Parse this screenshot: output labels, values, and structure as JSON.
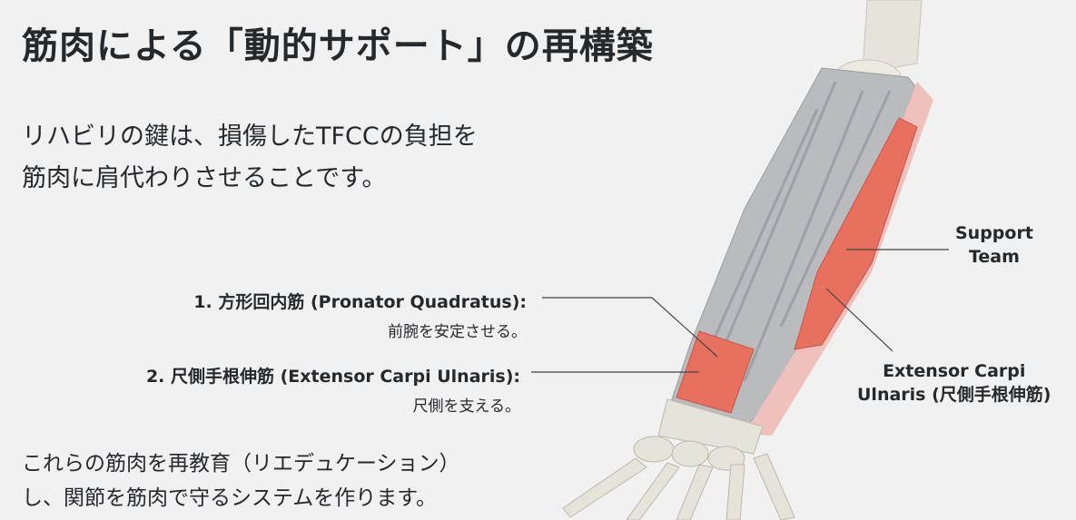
{
  "title": "筋肉による「動的サポート」の再構築",
  "intro": {
    "line1": "リハビリの鍵は、損傷したTFCCの負担を",
    "line2": "筋肉に肩代わりさせることです。"
  },
  "labels": [
    {
      "heading": "1. 方形回内筋 (Pronator Quadratus):",
      "desc": "前腕を安定させる。"
    },
    {
      "heading": "2. 尺側手根伸筋 (Extensor Carpi Ulnaris):",
      "desc": "尺側を支える。"
    }
  ],
  "right_labels": {
    "support_line1": "Support",
    "support_line2": "Team",
    "ecu_line1": "Extensor Carpi",
    "ecu_line2": "Ulnaris (尺側手根伸筋)"
  },
  "outro": {
    "line1": "これらの筋肉を再教育（リエデュケーション）",
    "line2": "し、関節を筋肉で守るシステムを作ります。"
  },
  "colors": {
    "muscle_red": "#e8705f",
    "muscle_gray": "#b9bbbe",
    "bone": "#e6e3da",
    "text": "#26292c"
  }
}
